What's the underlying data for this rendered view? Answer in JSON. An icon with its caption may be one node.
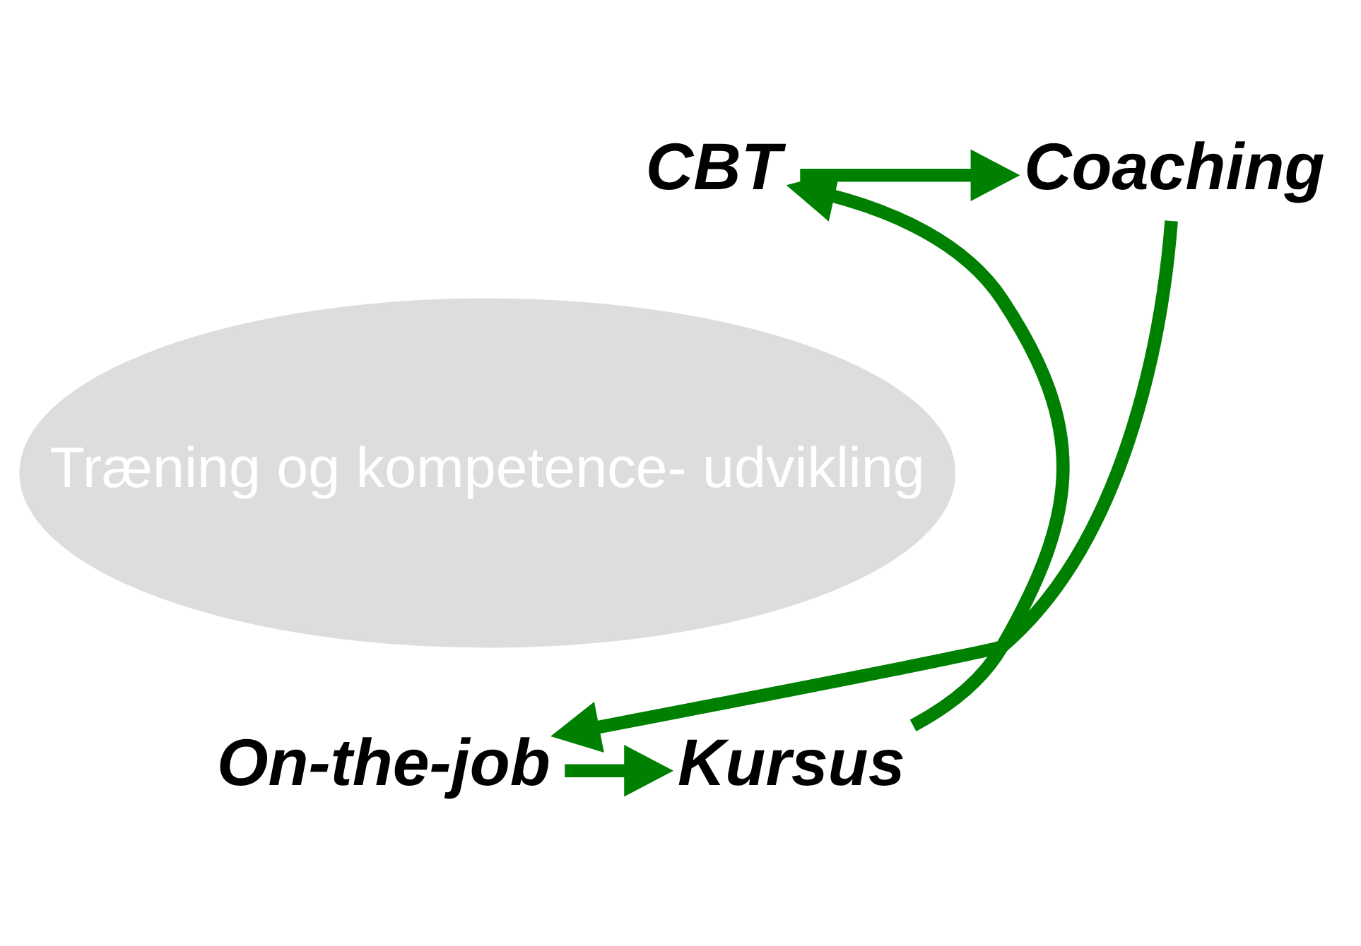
{
  "diagram": {
    "nodes": [
      {
        "text": [
          "Træning og kompetence- udvikling"
        ]
      },
      {
        "text": [
          "CBT"
        ]
      },
      {
        "text": [
          "Coaching"
        ]
      },
      {
        "text": [
          "On-the-job"
        ]
      },
      {
        "text": [
          "Kursus"
        ]
      }
    ],
    "edges": [
      {
        "from": 1,
        "to": 2,
        "arrow": "to",
        "color": "#008000"
      },
      {
        "from": 2,
        "to": 3,
        "arrow": "to",
        "color": "#008000"
      },
      {
        "from": 3,
        "to": 4,
        "arrow": "to",
        "color": "#008000"
      },
      {
        "from": 4,
        "to": 1,
        "arrow": "to",
        "color": "#008000"
      }
    ]
  }
}
